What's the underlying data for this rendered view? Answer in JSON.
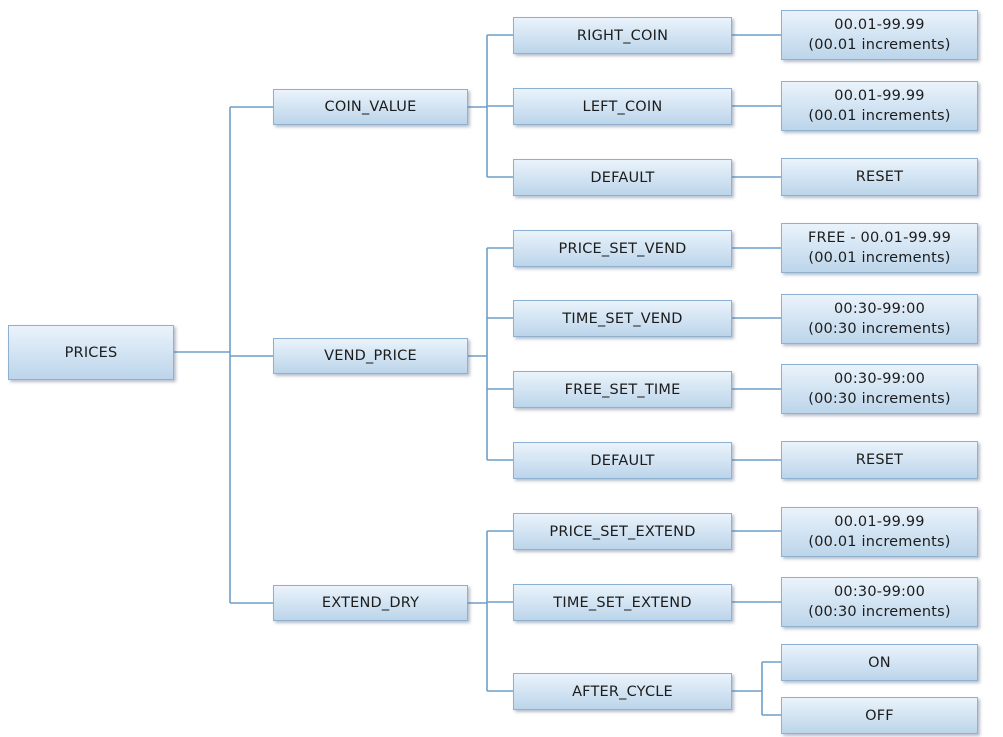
{
  "root": {
    "label": "PRICES"
  },
  "coin_value": {
    "label": "COIN_VALUE",
    "right_coin": {
      "label": "RIGHT_COIN",
      "range": "00.01-99.99",
      "increments": "(00.01 increments)"
    },
    "left_coin": {
      "label": "LEFT_COIN",
      "range": "00.01-99.99",
      "increments": "(00.01 increments)"
    },
    "default": {
      "label": "DEFAULT",
      "action": "RESET"
    }
  },
  "vend_price": {
    "label": "VEND_PRICE",
    "price_set_vend": {
      "label": "PRICE_SET_VEND",
      "range": "FREE - 00.01-99.99",
      "increments": "(00.01 increments)"
    },
    "time_set_vend": {
      "label": "TIME_SET_VEND",
      "range": "00:30-99:00",
      "increments": "(00:30 increments)"
    },
    "free_set_time": {
      "label": "FREE_SET_TIME",
      "range": "00:30-99:00",
      "increments": "(00:30 increments)"
    },
    "default": {
      "label": "DEFAULT",
      "action": "RESET"
    }
  },
  "extend_dry": {
    "label": "EXTEND_DRY",
    "price_set_extend": {
      "label": "PRICE_SET_EXTEND",
      "range": "00.01-99.99",
      "increments": "(00.01 increments)"
    },
    "time_set_extend": {
      "label": "TIME_SET_EXTEND",
      "range": "00:30-99:00",
      "increments": "(00:30 increments)"
    },
    "after_cycle": {
      "label": "AFTER_CYCLE",
      "on": "ON",
      "off": "OFF"
    }
  },
  "colors": {
    "line": "#6f9fc8",
    "node_border": "#8eb1d1",
    "node_fill_top": "#eaf3fb",
    "node_fill_bottom": "#bcd5ea"
  }
}
